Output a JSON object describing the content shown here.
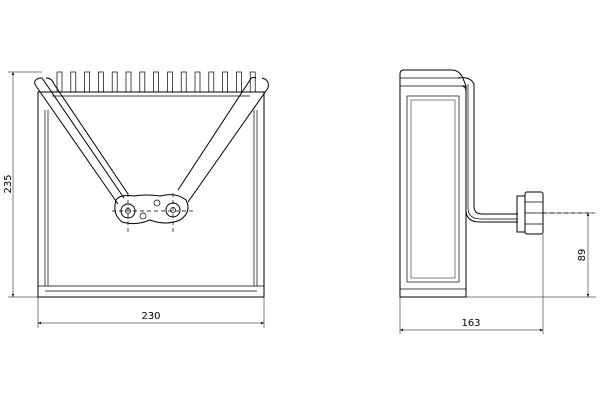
{
  "dimensions": {
    "height": "235",
    "width": "230",
    "depth": "163",
    "pipe_offset": "89"
  }
}
